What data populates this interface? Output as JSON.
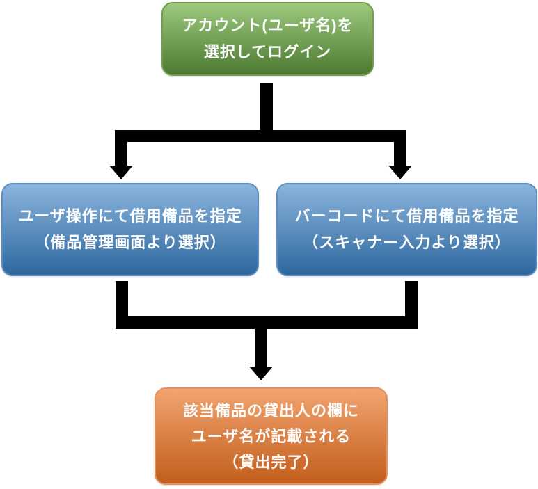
{
  "diagram": {
    "type": "flowchart",
    "background": "#ffffff",
    "arrow_color": "#000000",
    "nodes": {
      "login": {
        "lines": [
          "アカウント(ユーザ名)を",
          "選択してログイン"
        ],
        "fill_top": "#9cc97e",
        "fill_bottom": "#4c7a30",
        "border": "#719e4b",
        "text_color": "#ffffff"
      },
      "manual": {
        "lines": [
          "ユーザ操作にて借用備品を指定",
          "（備品管理画面より選択）"
        ],
        "fill_top": "#8ab4dc",
        "fill_bottom": "#2e689f",
        "border": "#5c8ec1",
        "text_color": "#ffffff"
      },
      "barcode": {
        "lines": [
          "バーコードにて借用備品を指定",
          "（スキャナー入力より選択）"
        ],
        "fill_top": "#8ab4dc",
        "fill_bottom": "#2e689f",
        "border": "#5c8ec1",
        "text_color": "#ffffff"
      },
      "complete": {
        "lines": [
          "該当備品の貸出人の欄に",
          "ユーザ名が記載される",
          "（貸出完了）"
        ],
        "fill_top": "#f2a470",
        "fill_bottom": "#c25e1c",
        "border": "#e1945f",
        "text_color": "#ffffff"
      }
    },
    "edges": [
      {
        "from": "login",
        "to": "manual"
      },
      {
        "from": "login",
        "to": "barcode"
      },
      {
        "from": "manual",
        "to": "complete"
      },
      {
        "from": "barcode",
        "to": "complete"
      }
    ]
  }
}
